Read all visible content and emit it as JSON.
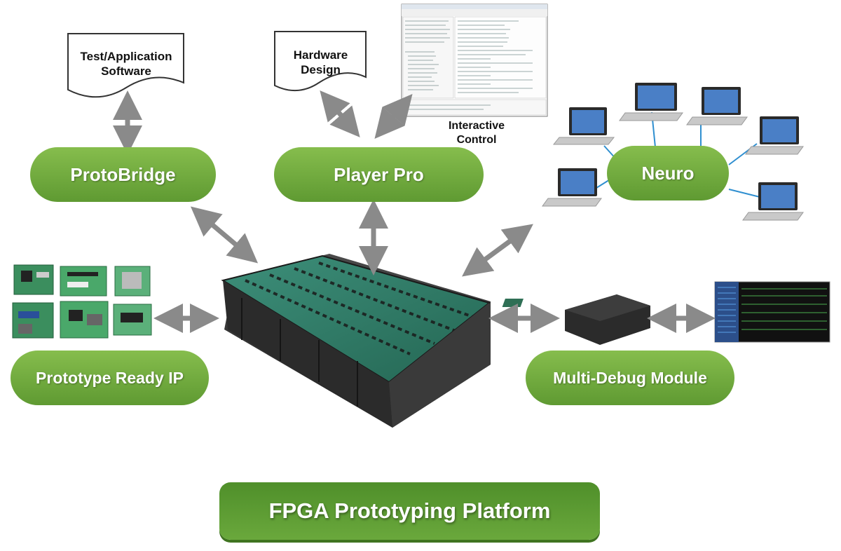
{
  "nodes": {
    "protobridge": "ProtoBridge",
    "player_pro": "Player Pro",
    "neuro": "Neuro",
    "prototype_ready_ip": "Prototype Ready IP",
    "multi_debug": "Multi-Debug Module"
  },
  "documents": {
    "test_software_line1": "Test/Application",
    "test_software_line2": "Software",
    "hardware_design_line1": "Hardware",
    "hardware_design_line2": "Design"
  },
  "labels": {
    "interactive_line1": "Interactive",
    "interactive_line2": "Control"
  },
  "footer": "FPGA Prototyping Platform",
  "colors": {
    "pill_green": "#6fa83d",
    "footer_green": "#5a9a30",
    "arrow_gray": "#8a8a8a",
    "laptop_screen": "#4a7fc6",
    "board_green": "#2f7d6a"
  }
}
